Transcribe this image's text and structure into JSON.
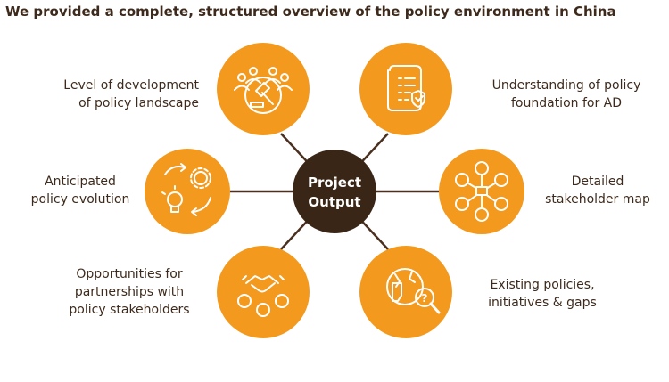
{
  "title": "We provided a complete, structured overview of the policy environment in China",
  "center": {
    "line1": "Project",
    "line2": "Output"
  },
  "colors": {
    "orange": "#f39a1e",
    "hub": "#3a2616",
    "connector": "#4a3020",
    "icon_stroke": "#ffffff"
  },
  "nodes": [
    {
      "id": "level",
      "lines": [
        "Level of development",
        "of policy landscape"
      ],
      "icon": "meeting-gavel-icon"
    },
    {
      "id": "understanding",
      "lines": [
        "Understanding of policy",
        "foundation for AD"
      ],
      "icon": "document-checklist-icon"
    },
    {
      "id": "anticipated",
      "lines": [
        "Anticipated",
        "policy evolution"
      ],
      "icon": "idea-gear-cycle-icon"
    },
    {
      "id": "stakeholder",
      "lines": [
        "Detailed",
        "stakeholder map"
      ],
      "icon": "stakeholder-network-icon"
    },
    {
      "id": "opportunities",
      "lines": [
        "Opportunities for",
        "partnerships with",
        "policy stakeholders"
      ],
      "icon": "handshake-people-icon"
    },
    {
      "id": "existing",
      "lines": [
        "Existing policies,",
        "initiatives & gaps"
      ],
      "icon": "map-magnifier-icon"
    }
  ]
}
